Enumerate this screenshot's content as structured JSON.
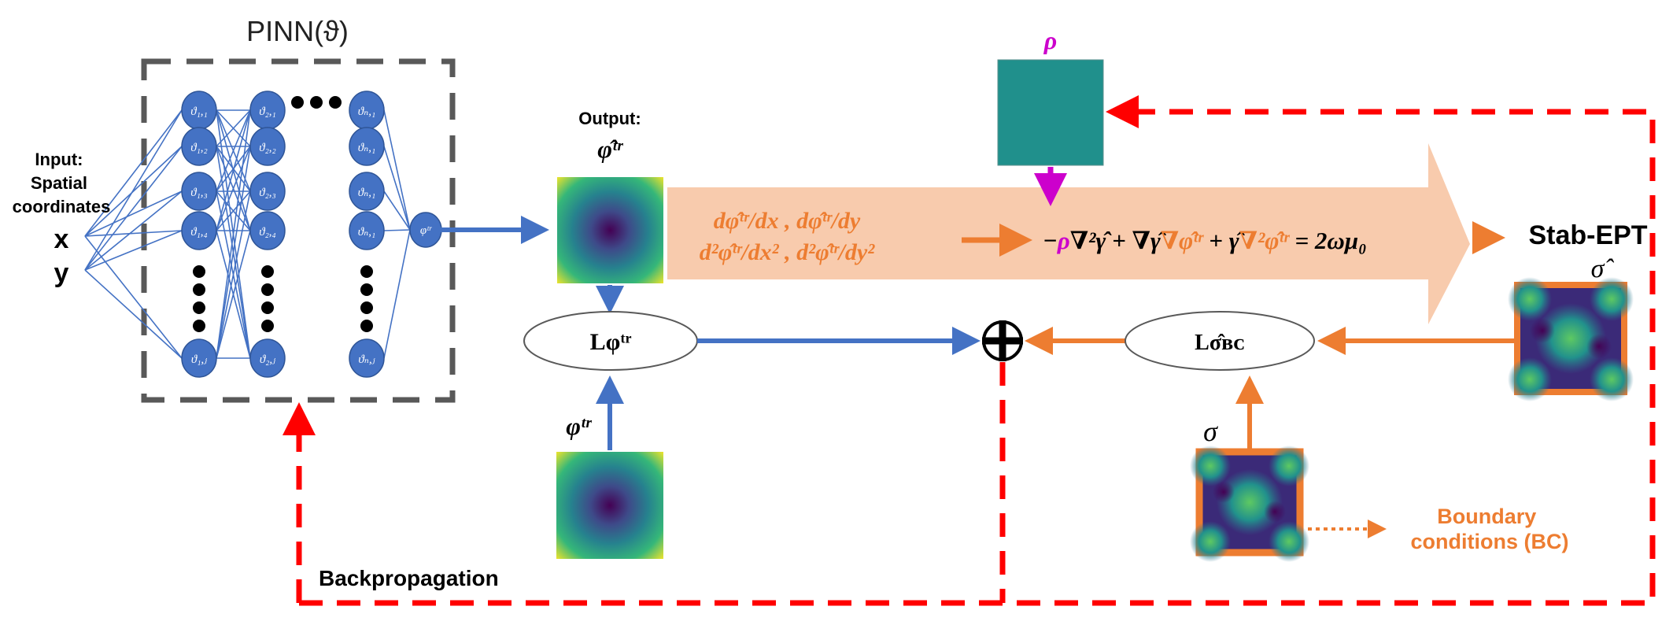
{
  "network": {
    "title": "PINN(ϑ)",
    "input_label": [
      "Input:",
      "Spatial",
      "coordinates"
    ],
    "inputs": [
      "x",
      "y"
    ],
    "columns": [
      [
        "ϑ₁,₁",
        "ϑ₁,₂",
        "ϑ₁,₃",
        "ϑ₁,₄",
        "ϑ₁,ⱼ"
      ],
      [
        "ϑ₂,₁",
        "ϑ₂,₂",
        "ϑ₂,₃",
        "ϑ₂,₄",
        "ϑ₂,ⱼ"
      ],
      [
        "ϑₙ,₁",
        "ϑₙ,₁",
        "ϑₙ,₁",
        "ϑₙ,₁",
        "ϑₙ,ⱼ"
      ]
    ],
    "output_node": "φᵗʳ"
  },
  "output_block": {
    "label": "Output:",
    "symbol": "φ̂ᵗʳ"
  },
  "derivatives": {
    "line1": "dφ̂ᵗʳ/dx , dφ̂ᵗʳ/dy",
    "line2": "d²φ̂ᵗʳ/dx² , d²φ̂ᵗʳ/dy²"
  },
  "equation": {
    "rho": "ρ",
    "parts": [
      {
        "text": "−",
        "color": "black"
      },
      {
        "text": "ρ",
        "color": "magenta"
      },
      {
        "text": "∇²γ̂ + ∇γ̂",
        "color": "black"
      },
      {
        "text": "∇φ̂ᵗʳ",
        "color": "orange"
      },
      {
        "text": " + γ̂",
        "color": "black"
      },
      {
        "text": "∇²φ̂ᵗʳ",
        "color": "orange"
      },
      {
        "text": " = 2ωμ₀",
        "color": "black"
      }
    ]
  },
  "stab_ept": {
    "label": "Stab-EPT",
    "sigma_hat": "σ̂"
  },
  "loss": {
    "phi": "Lφᵗʳ",
    "sigma": "Lσ̂ʙᴄ"
  },
  "measured": {
    "phi": "φᵗʳ",
    "sigma": "σ"
  },
  "bc_label": [
    "Boundary",
    "conditions (BC)"
  ],
  "backprop_label": "Backpropagation",
  "colors": {
    "blue": "#4472c4",
    "orange": "#ed7d31",
    "red": "#ff0000",
    "magenta": "#cc00cc",
    "teal": "#20908c",
    "gray": "#595959",
    "band": "#f8cbad"
  }
}
